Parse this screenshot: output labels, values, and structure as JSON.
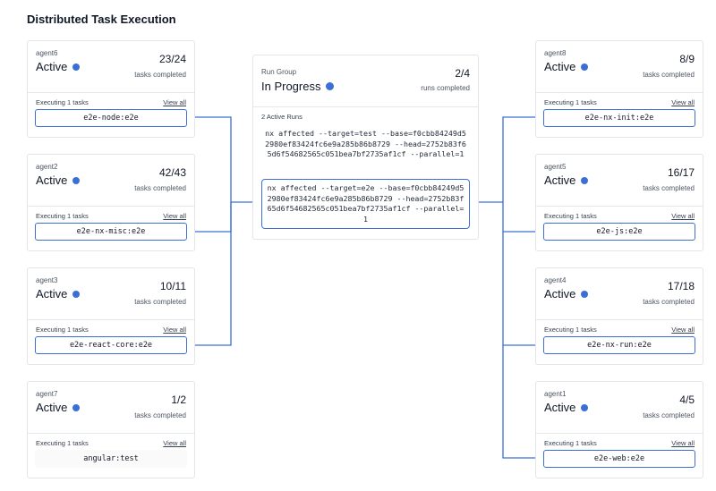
{
  "page": {
    "title": "Distributed Task Execution"
  },
  "colors": {
    "accent": "#3b6fd6"
  },
  "run_group": {
    "label": "Run Group",
    "status": "In Progress",
    "count": "2/4",
    "count_label": "runs completed",
    "active_runs_label": "2 Active Runs",
    "commands": [
      "nx affected --target=test --base=f0cbb84249d52980ef83424fc6e9a285b86b8729 --head=2752b83f65d6f54682565c051bea7bf2735af1cf --parallel=1",
      "nx affected --target=e2e --base=f0cbb84249d52980ef83424fc6e9a285b86b8729 --head=2752b83f65d6f54682565c051bea7bf2735af1cf --parallel=1"
    ]
  },
  "agents": [
    {
      "name": "agent6",
      "status": "Active",
      "count": "23/24",
      "count_label": "tasks completed",
      "executing": "Executing 1 tasks",
      "view_all": "View all",
      "task": "e2e-node:e2e"
    },
    {
      "name": "agent2",
      "status": "Active",
      "count": "42/43",
      "count_label": "tasks completed",
      "executing": "Executing 1 tasks",
      "view_all": "View all",
      "task": "e2e-nx-misc:e2e"
    },
    {
      "name": "agent3",
      "status": "Active",
      "count": "10/11",
      "count_label": "tasks completed",
      "executing": "Executing 1 tasks",
      "view_all": "View all",
      "task": "e2e-react-core:e2e"
    },
    {
      "name": "agent7",
      "status": "Active",
      "count": "1/2",
      "count_label": "tasks completed",
      "executing": "Executing 1 tasks",
      "view_all": "View all",
      "task": "angular:test"
    },
    {
      "name": "agent8",
      "status": "Active",
      "count": "8/9",
      "count_label": "tasks completed",
      "executing": "Executing 1 tasks",
      "view_all": "View all",
      "task": "e2e-nx-init:e2e"
    },
    {
      "name": "agent5",
      "status": "Active",
      "count": "16/17",
      "count_label": "tasks completed",
      "executing": "Executing 1 tasks",
      "view_all": "View all",
      "task": "e2e-js:e2e"
    },
    {
      "name": "agent4",
      "status": "Active",
      "count": "17/18",
      "count_label": "tasks completed",
      "executing": "Executing 1 tasks",
      "view_all": "View all",
      "task": "e2e-nx-run:e2e"
    },
    {
      "name": "agent1",
      "status": "Active",
      "count": "4/5",
      "count_label": "tasks completed",
      "executing": "Executing 1 tasks",
      "view_all": "View all",
      "task": "e2e-web:e2e"
    }
  ]
}
